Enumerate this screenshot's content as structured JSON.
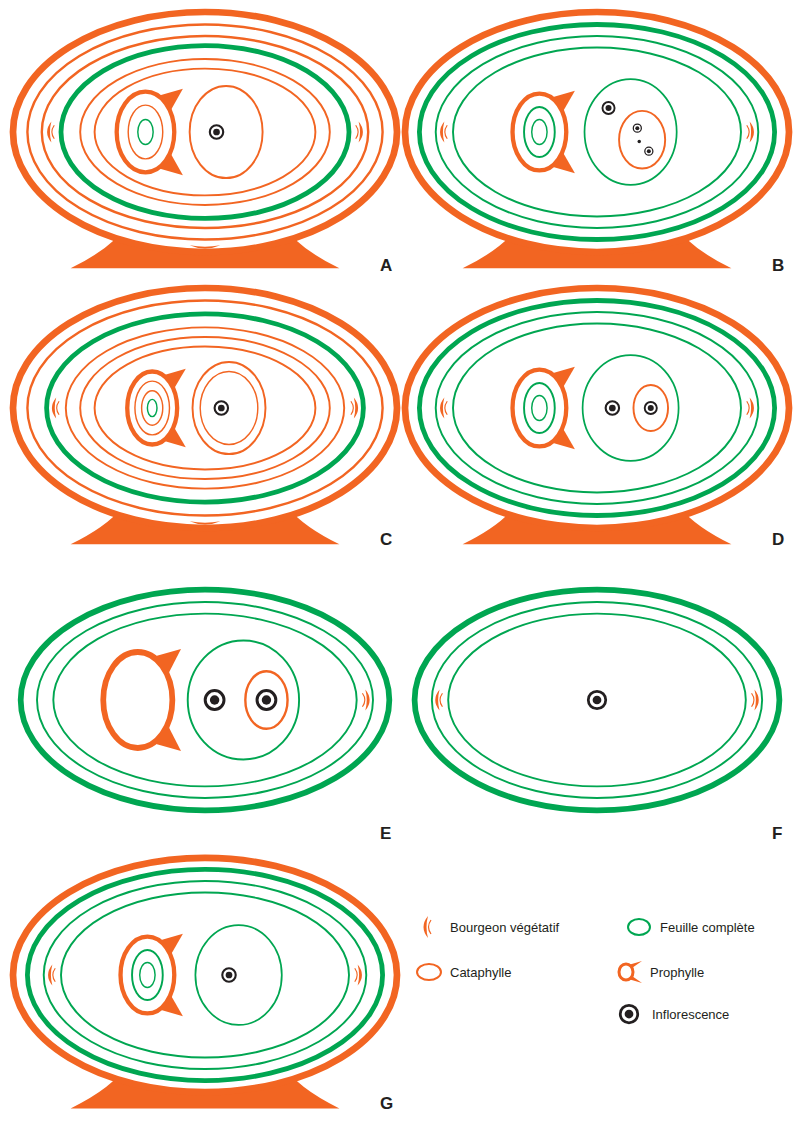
{
  "diagram": {
    "labels": [
      "A",
      "B",
      "C",
      "D",
      "E",
      "F",
      "G"
    ],
    "legend": [
      {
        "text": "Bourgeon végétatif"
      },
      {
        "text": "Feuille complète"
      },
      {
        "text": "Cataphylle"
      },
      {
        "text": "Prophylle"
      },
      {
        "text": "Inflorescence"
      }
    ]
  }
}
